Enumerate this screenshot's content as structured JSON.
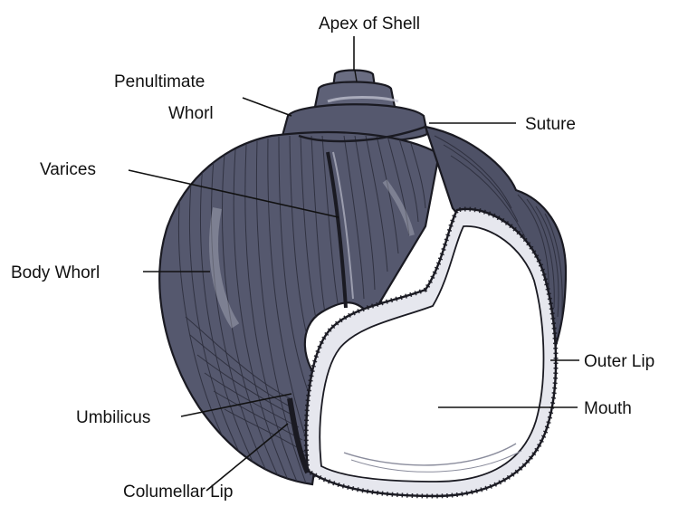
{
  "labels": {
    "apex": "Apex of Shell",
    "penultimate_1": "Penultimate",
    "penultimate_2": "Whorl",
    "suture": "Suture",
    "varices": "Varices",
    "body_whorl": "Body Whorl",
    "outer_lip": "Outer Lip",
    "mouth": "Mouth",
    "umbilicus": "Umbilicus",
    "columellar_lip": "Columellar Lip"
  },
  "colors": {
    "shell_fill": "#55586e",
    "shell_dark": "#2b2d3c",
    "highlight": "#c9cbd8",
    "aperture": "#ffffff",
    "ink": "#111111"
  }
}
